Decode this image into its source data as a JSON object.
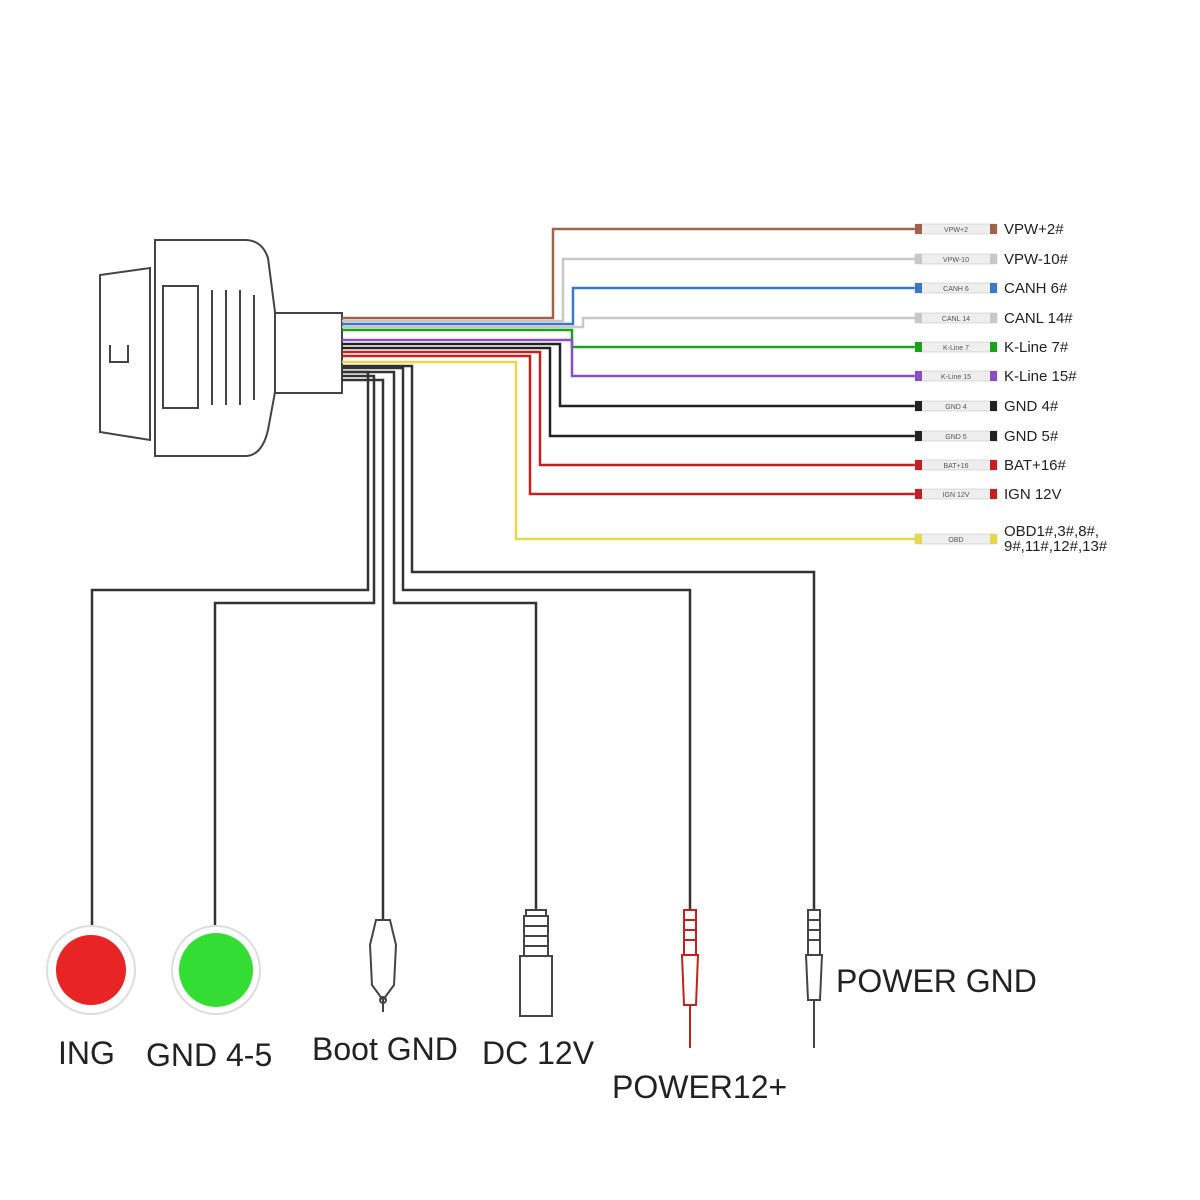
{
  "colors": {
    "brown": "#a0624a",
    "light_gray": "#c8c8c8",
    "blue": "#3a78c8",
    "green": "#1aa31a",
    "purple": "#8a4fc0",
    "black": "#222222",
    "red": "#c42020",
    "yellow": "#e6d84a",
    "ing_button": "#e82424",
    "gnd_button": "#33dd33"
  },
  "pins": [
    {
      "label": "VPW+2#",
      "tag": "VPW+2",
      "color": "brown"
    },
    {
      "label": "VPW-10#",
      "tag": "VPW-10",
      "color": "light_gray"
    },
    {
      "label": "CANH 6#",
      "tag": "CANH 6",
      "color": "blue"
    },
    {
      "label": "CANL 14#",
      "tag": "CANL 14",
      "color": "light_gray"
    },
    {
      "label": "K-Line 7#",
      "tag": "K-Line 7",
      "color": "green"
    },
    {
      "label": "K-Line 15#",
      "tag": "K-Line 15",
      "color": "purple"
    },
    {
      "label": "GND 4#",
      "tag": "GND 4",
      "color": "black"
    },
    {
      "label": "GND 5#",
      "tag": "GND 5",
      "color": "black"
    },
    {
      "label": "BAT+16#",
      "tag": "BAT+16",
      "color": "red"
    },
    {
      "label": "IGN 12V",
      "tag": "IGN 12V",
      "color": "red"
    },
    {
      "label": "OBD1#,3#,8#,",
      "label2": "9#,11#,12#,13#",
      "tag": "OBD",
      "color": "yellow"
    }
  ],
  "connectors": {
    "ing": "ING",
    "gnd45": "GND 4-5",
    "boot_gnd": "Boot GND",
    "dc12v": "DC 12V",
    "power12": "POWER12+",
    "power_gnd": "POWER GND"
  }
}
